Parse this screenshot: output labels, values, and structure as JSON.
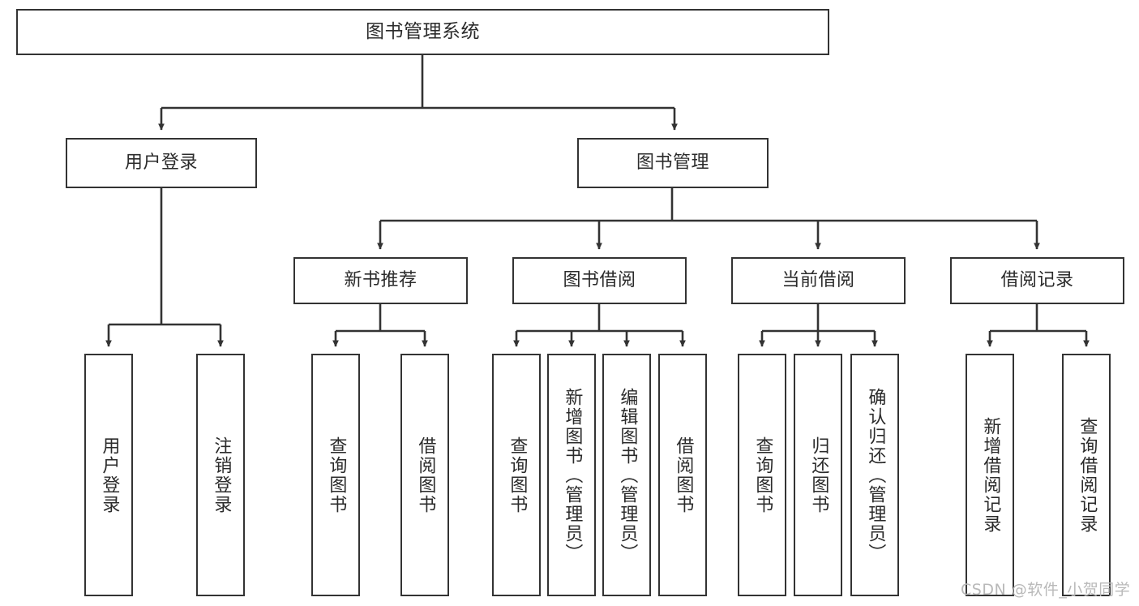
{
  "diagram": {
    "title": "图书管理系统",
    "type": "tree",
    "colors": {
      "stroke": "#333333",
      "fill": "#ffffff",
      "text": "#2b2b2b",
      "watermark": "#b9b9b9"
    },
    "nodes": {
      "root": {
        "label": "图书管理系统"
      },
      "level2": [
        {
          "id": "user-login",
          "label": "用户登录"
        },
        {
          "id": "book-manage",
          "label": "图书管理"
        }
      ],
      "level3": [
        {
          "id": "new-book-recommend",
          "label": "新书推荐"
        },
        {
          "id": "book-borrow",
          "label": "图书借阅"
        },
        {
          "id": "current-borrow",
          "label": "当前借阅"
        },
        {
          "id": "borrow-record",
          "label": "借阅记录"
        }
      ],
      "leaves": {
        "user_login": [
          {
            "id": "leaf-user-login",
            "label": "用户登录"
          },
          {
            "id": "leaf-logout-login",
            "label": "注销登录"
          }
        ],
        "new_book_recommend": [
          {
            "id": "leaf-query-book-1",
            "label": "查询图书"
          },
          {
            "id": "leaf-borrow-book-1",
            "label": "借阅图书"
          }
        ],
        "book_borrow": [
          {
            "id": "leaf-query-book-2",
            "label": "查询图书"
          },
          {
            "id": "leaf-add-book-admin",
            "label": "新增图书（管理员）"
          },
          {
            "id": "leaf-edit-book-admin",
            "label": "编辑图书（管理员）"
          },
          {
            "id": "leaf-borrow-book-2",
            "label": "借阅图书"
          }
        ],
        "current_borrow": [
          {
            "id": "leaf-query-book-3",
            "label": "查询图书"
          },
          {
            "id": "leaf-return-book",
            "label": "归还图书"
          },
          {
            "id": "leaf-confirm-return-admin",
            "label": "确认归还（管理员）"
          }
        ],
        "borrow_record": [
          {
            "id": "leaf-add-borrow-record",
            "label": "新增借阅记录"
          },
          {
            "id": "leaf-query-borrow-record",
            "label": "查询借阅记录"
          }
        ]
      }
    },
    "watermark": "CSDN @软件_小贺同学"
  }
}
